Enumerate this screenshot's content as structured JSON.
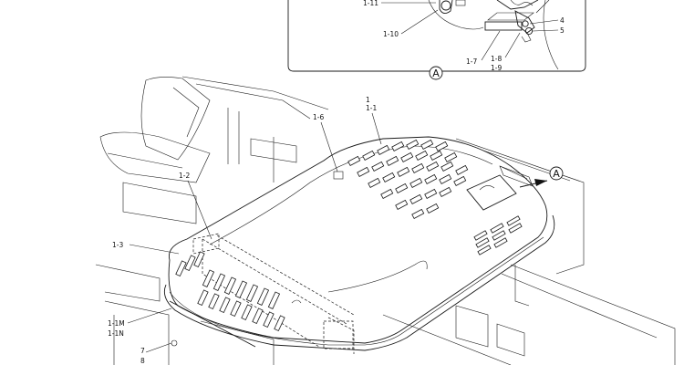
{
  "detail_view": {
    "marker": "A",
    "labels": [
      "1-11",
      "1-10",
      "1-7",
      "1-8",
      "1-9",
      "4",
      "5"
    ]
  },
  "main_view": {
    "view_marker": "A",
    "labels": [
      "1",
      "1-1",
      "1-6",
      "1-2",
      "1-3",
      "1-1M",
      "1-1N",
      "7",
      "8"
    ]
  }
}
